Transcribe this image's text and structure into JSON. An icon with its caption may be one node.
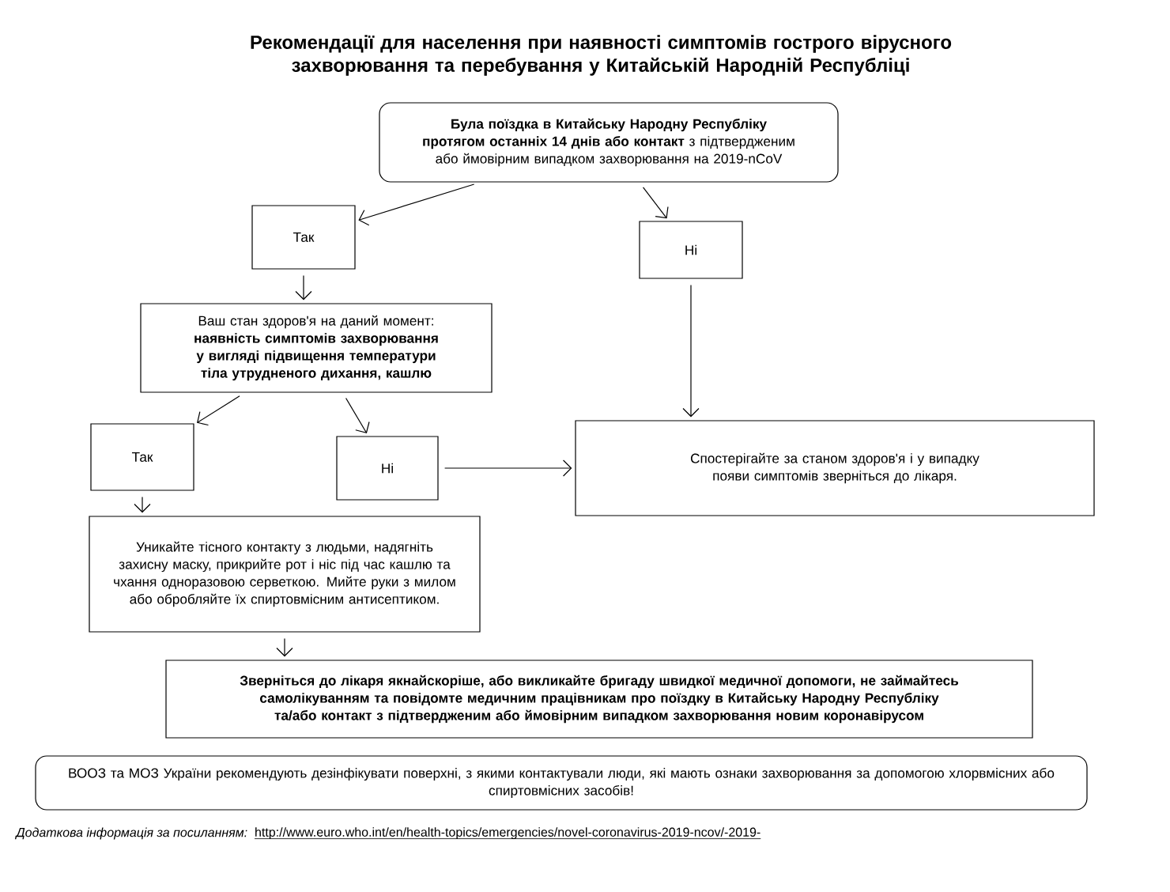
{
  "diagram": {
    "title": "Рекомендації для населення при наявності симптомів гострого вірусного захворювання та перебування у Китайській Народній Республіці",
    "nodes": [
      {
        "text": [
          "**Була поїздка в Китайську Народну Республіку протягом останніх 14 днів або контакт** з підтвердженим або ймовірним випадком захворювання на 2019-nCoV"
        ]
      },
      {
        "text": [
          "Так"
        ]
      },
      {
        "text": [
          "Ні"
        ]
      },
      {
        "text": [
          "Ваш стан здоров'я на даний момент:",
          "наявність симптомів захворювання у вигляді підвищення температури тіла утрудненого дихання, кашлю"
        ]
      },
      {
        "text": [
          "Так"
        ]
      },
      {
        "text": [
          "Ні"
        ]
      },
      {
        "text": [
          "Спостерігайте за станом здоров'я і у випадку появи симптомів зверніться до лікаря."
        ]
      },
      {
        "text": [
          "Уникайте тісного контакту з людьми, надягніть захисну маску, прикрийте рот і ніс під час кашлю та чхання одноразовою серветкою. Мийте руки з милом або обробляйте їх спиртовмісним антисептиком."
        ]
      },
      {
        "text": [
          "Зверніться до лікаря якнайскоріше, або викликайте бригаду швидкої медичної допомоги, не займайтесь самолікуванням та повідомте медичним працівникам про поїздку в Китайську Народну Республіку та/або контакт з підтвердженим або ймовірним випадком захворювання новим коронавірусом"
        ]
      },
      {
        "text": [
          "ВООЗ та МОЗ України рекомендують дезінфікувати поверхні, з якими контактували люди, які мають ознаки захворювання за допомогою хлорвмісних або спиртовмісних засобів!"
        ]
      }
    ],
    "edges": [
      {
        "from": 0,
        "to": 1,
        "arrow": "to"
      },
      {
        "from": 0,
        "to": 2,
        "arrow": "to"
      },
      {
        "from": 1,
        "to": 3,
        "arrow": "to"
      },
      {
        "from": 3,
        "to": 4,
        "arrow": "to"
      },
      {
        "from": 3,
        "to": 5,
        "arrow": "to"
      },
      {
        "from": 2,
        "to": 6,
        "arrow": "to"
      },
      {
        "from": 5,
        "to": 6,
        "arrow": "to"
      },
      {
        "from": 4,
        "to": 7,
        "arrow": "to"
      },
      {
        "from": 7,
        "to": 8,
        "arrow": "to"
      }
    ],
    "labels": [
      "Додаткова інформація за посиланням:",
      "http://www.euro.who.int/en/health-topics/emergencies/novel-coronavirus-2019-ncov/-2019-"
    ]
  }
}
